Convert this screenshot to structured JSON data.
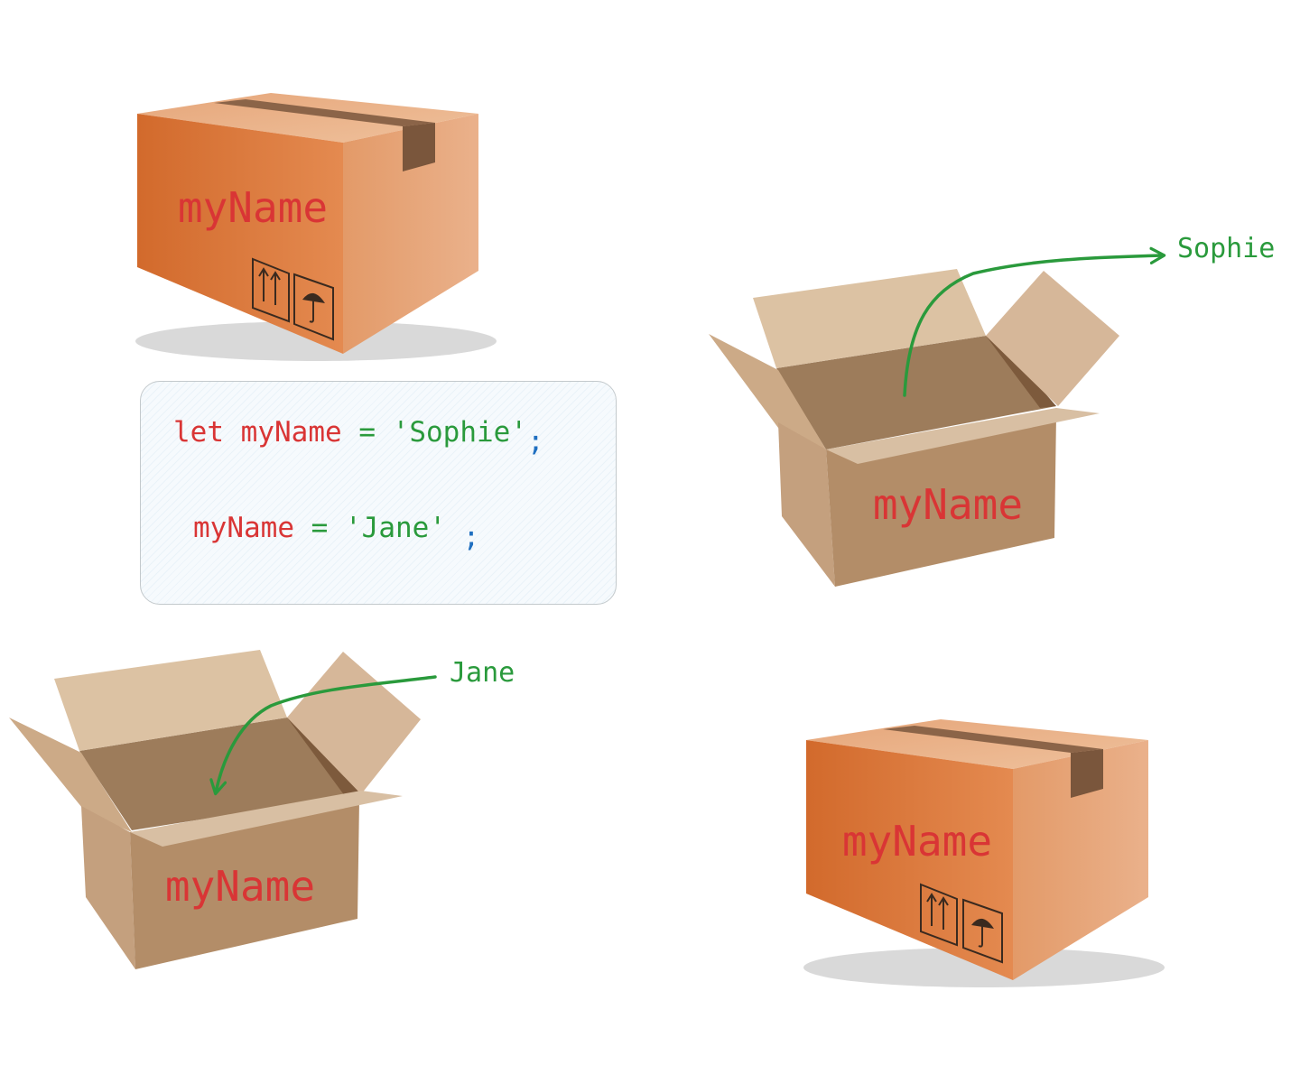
{
  "code": {
    "line1": {
      "keyword": "let",
      "variable": "myName",
      "operator": "=",
      "value": "'Sophie'",
      "terminator": ";"
    },
    "line2": {
      "variable": "myName",
      "operator": "=",
      "value": "'Jane'",
      "terminator": ";"
    }
  },
  "boxes": {
    "top_left_closed": {
      "label": "myName"
    },
    "right_open": {
      "label": "myName",
      "outgoing_value": "Sophie"
    },
    "bottom_left_open": {
      "label": "myName",
      "incoming_value": "Jane"
    },
    "bottom_right_closed": {
      "label": "myName"
    }
  },
  "colors": {
    "variable_text": "#d93535",
    "value_text": "#2a9a3c",
    "semicolon": "#1f6fc0",
    "closed_box": "#d9763a",
    "open_box": "#b38d68"
  },
  "icons": [
    "this-way-up-icon",
    "keep-dry-umbrella-icon"
  ]
}
